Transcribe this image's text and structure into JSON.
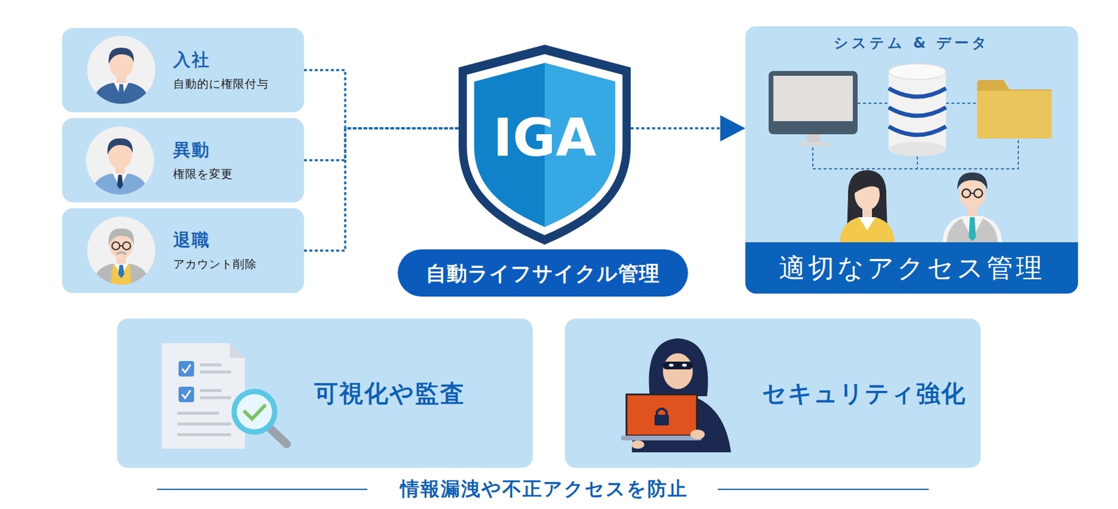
{
  "diagram": {
    "nodes": [
      {
        "text": [
          "入社",
          "自動的に権限付与"
        ]
      },
      {
        "text": [
          "異動",
          "権限を変更"
        ]
      },
      {
        "text": [
          "退職",
          "アカウント削除"
        ]
      },
      {
        "text": [
          "IGA"
        ]
      },
      {
        "text": [
          "自動ライフサイクル管理"
        ]
      },
      {
        "text": [
          "システム & データ"
        ]
      },
      {
        "text": [
          "適切なアクセス管理"
        ],
        "in": 5
      },
      {
        "text": [
          "可視化や監査"
        ]
      },
      {
        "text": [
          "セキュリティ強化"
        ]
      }
    ],
    "edges": [
      {
        "from": 0,
        "to": 3,
        "arrow": "none"
      },
      {
        "from": 1,
        "to": 3,
        "arrow": "none"
      },
      {
        "from": 2,
        "to": 3,
        "arrow": "none"
      },
      {
        "from": 3,
        "to": 5,
        "arrow": "to"
      }
    ],
    "labels": [
      "情報漏洩や不正アクセスを防止"
    ]
  }
}
